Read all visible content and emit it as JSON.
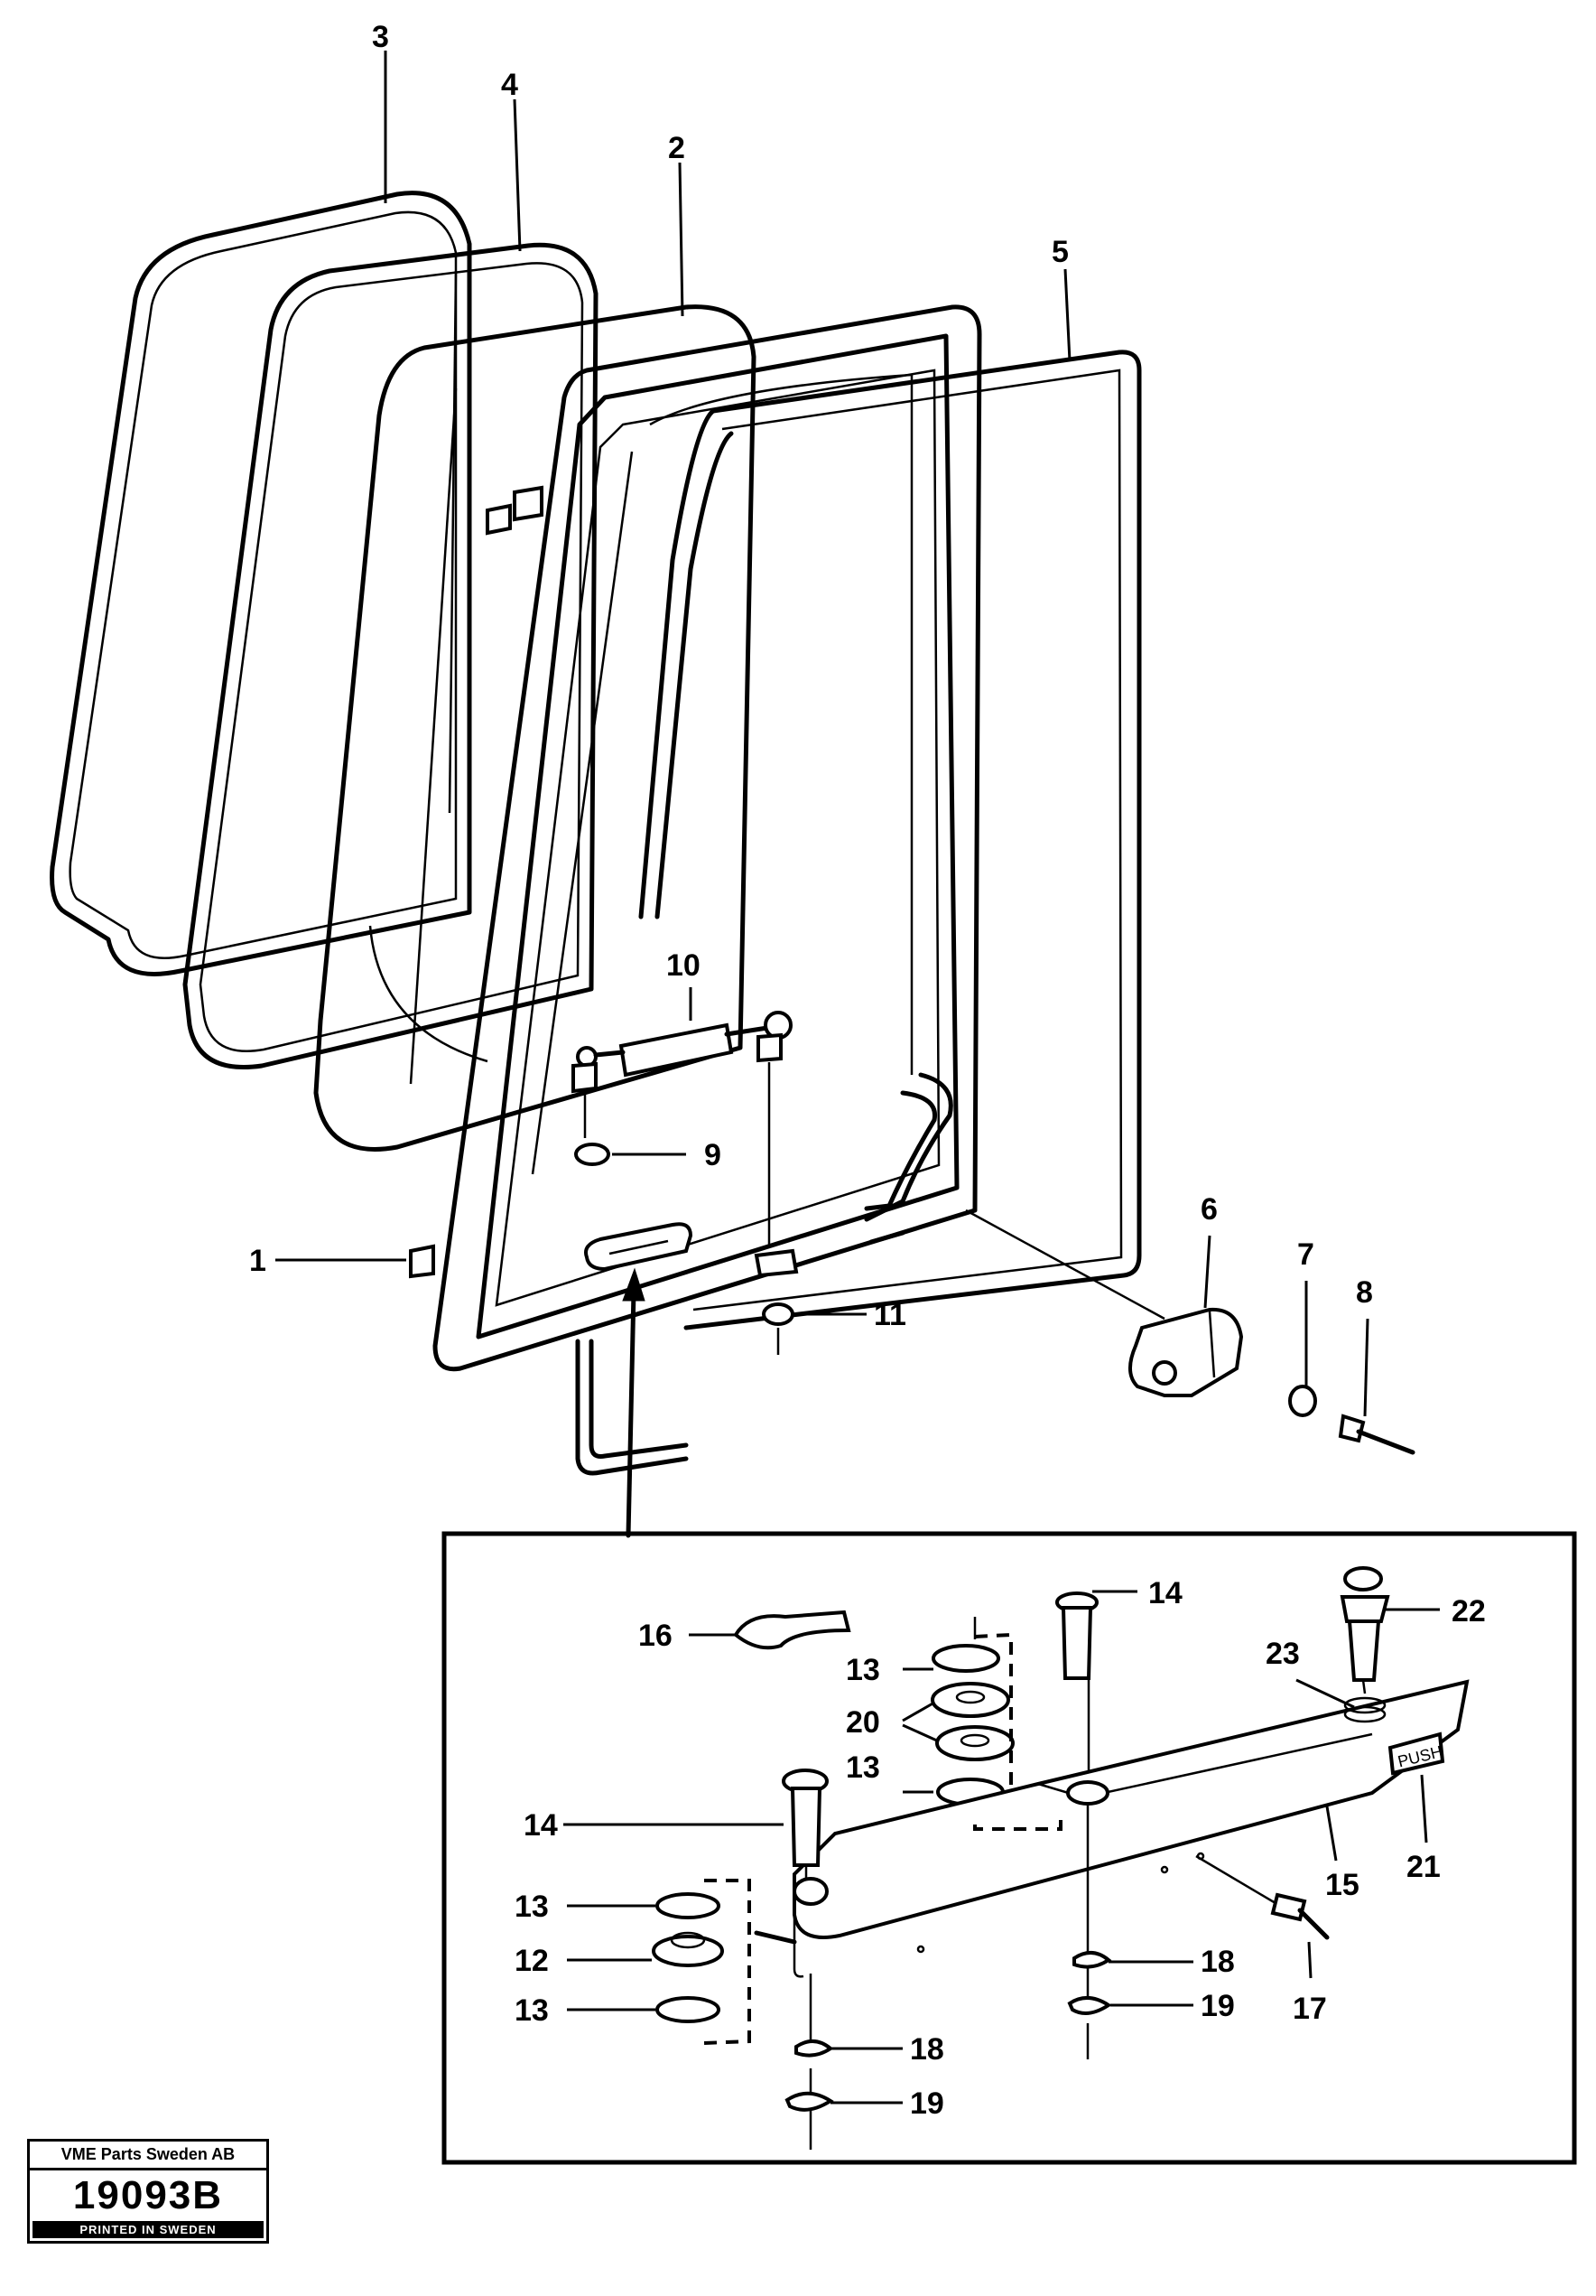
{
  "labels": {
    "p1": "1",
    "p2": "2",
    "p3": "3",
    "p4": "4",
    "p5": "5",
    "p6": "6",
    "p7": "7",
    "p8": "8",
    "p9": "9",
    "p10": "10",
    "p11": "11",
    "p12": "12",
    "p13": "13",
    "p14": "14",
    "p15": "15",
    "p16": "16",
    "p17": "17",
    "p18": "18",
    "p19": "19",
    "p20": "20",
    "p21": "21",
    "p22": "22",
    "p23": "23"
  },
  "plate_text": "PUSH",
  "stamp": {
    "company": "VME Parts Sweden AB",
    "number": "19093B",
    "footer": "PRINTED IN SWEDEN"
  }
}
